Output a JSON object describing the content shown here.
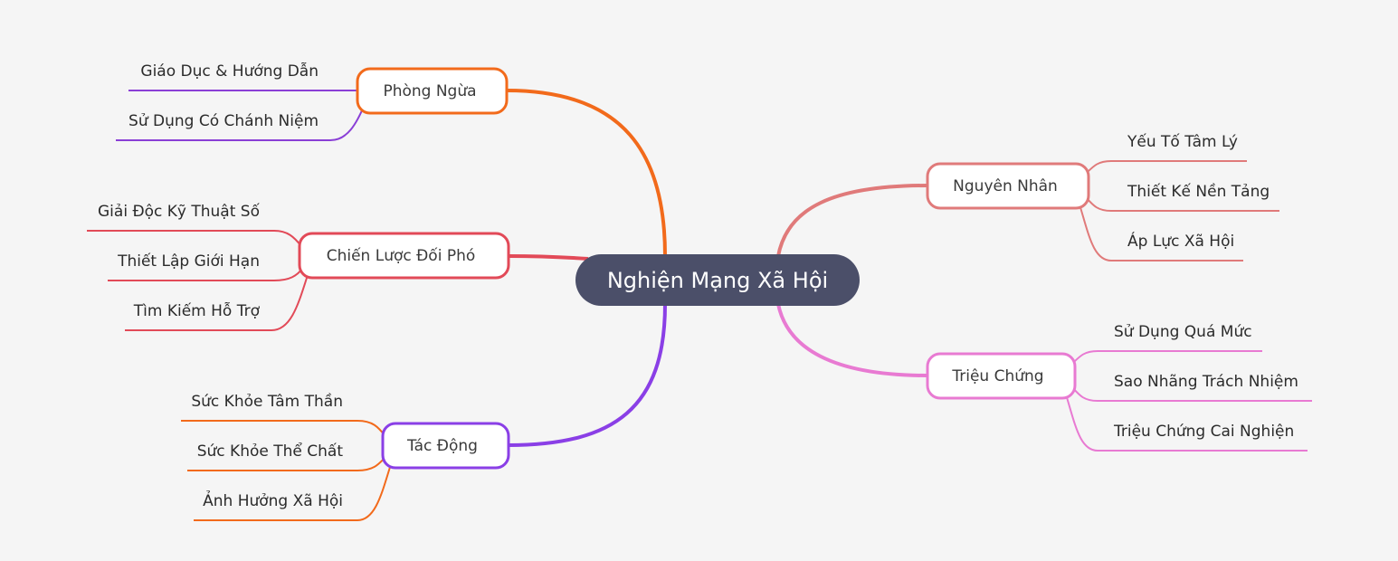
{
  "root": {
    "label": "Nghiện Mạng Xã Hội",
    "color": "#4b4f69"
  },
  "branches": [
    {
      "label": "Phòng Ngừa",
      "color": "#f26a1b",
      "child_color": "#8a3fd6",
      "children": [
        "Giáo Dục & Hướng Dẫn",
        "Sử Dụng Có Chánh Niệm"
      ]
    },
    {
      "label": "Chiến Lược Đối Phó",
      "color": "#e24a58",
      "child_color": "#e24a58",
      "children": [
        "Giải Độc Kỹ Thuật Số",
        "Thiết Lập Giới Hạn",
        "Tìm Kiếm Hỗ Trợ"
      ]
    },
    {
      "label": "Tác Động",
      "color": "#8a3fe6",
      "child_color": "#f26a1b",
      "children": [
        "Sức Khỏe Tâm Thần",
        "Sức Khỏe Thể Chất",
        "Ảnh Hưởng Xã Hội"
      ]
    },
    {
      "label": "Nguyên Nhân",
      "color": "#e07a7a",
      "child_color": "#e07a7a",
      "children": [
        "Yếu Tố Tâm Lý",
        "Thiết Kế Nền Tảng",
        "Áp Lực Xã Hội"
      ]
    },
    {
      "label": "Triệu Chứng",
      "color": "#e87ad2",
      "child_color": "#e87ad2",
      "children": [
        "Sử Dụng Quá Mức",
        "Sao Nhãng Trách Nhiệm",
        "Triệu Chứng Cai Nghiện"
      ]
    }
  ]
}
